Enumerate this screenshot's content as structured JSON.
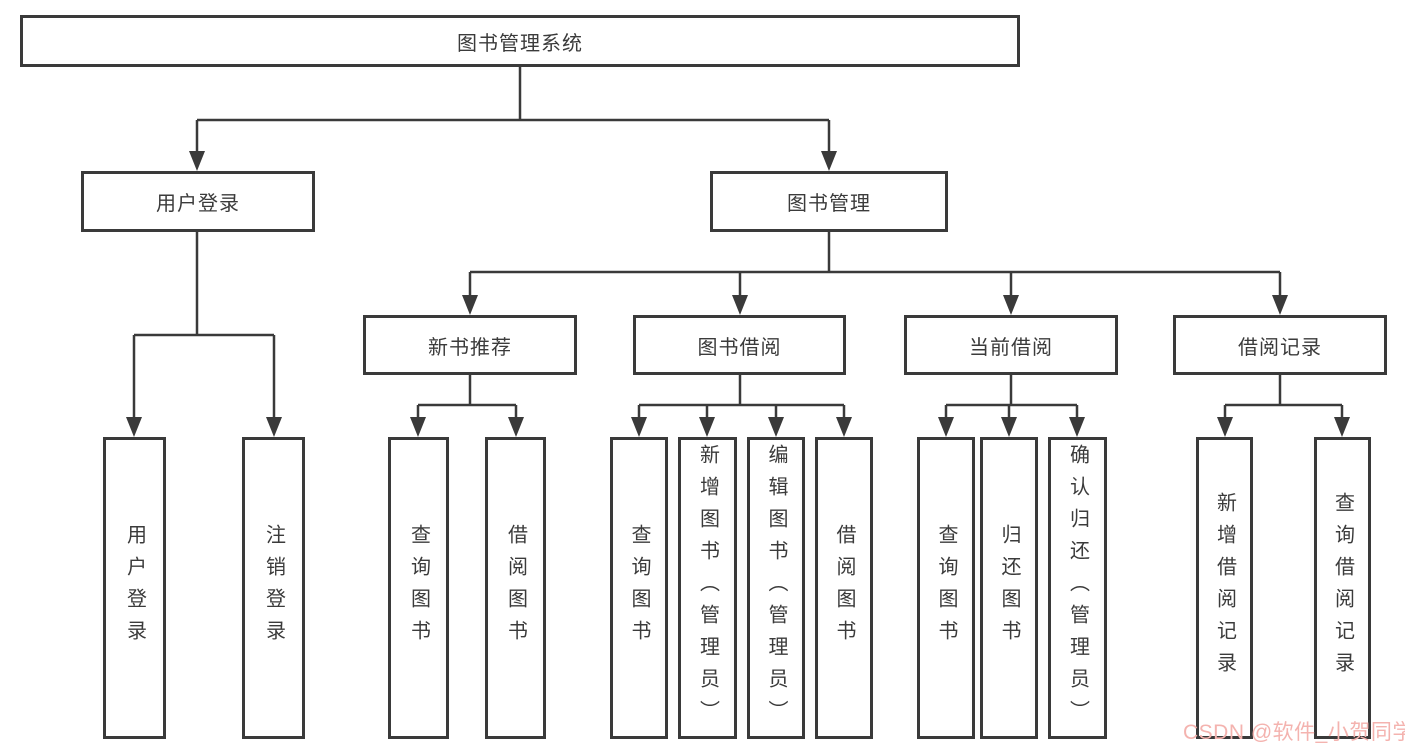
{
  "diagram": {
    "nodes": {
      "root": {
        "label": "图书管理系统"
      },
      "user_login": {
        "label": "用户登录"
      },
      "book_mgmt": {
        "label": "图书管理"
      },
      "new_books": {
        "label": "新书推荐"
      },
      "book_borrow": {
        "label": "图书借阅"
      },
      "current_borrow": {
        "label": "当前借阅"
      },
      "borrow_records": {
        "label": "借阅记录"
      },
      "leaf_user_login": {
        "label": "用户登录"
      },
      "leaf_logout": {
        "label": "注销登录"
      },
      "leaf_nb_query": {
        "label": "查询图书"
      },
      "leaf_nb_borrow": {
        "label": "借阅图书"
      },
      "leaf_bb_query": {
        "label": "查询图书"
      },
      "leaf_bb_add": {
        "label": "新增图书（管理员）"
      },
      "leaf_bb_edit": {
        "label": "编辑图书（管理员）"
      },
      "leaf_bb_borrow": {
        "label": "借阅图书"
      },
      "leaf_cb_query": {
        "label": "查询图书"
      },
      "leaf_cb_return": {
        "label": "归还图书"
      },
      "leaf_cb_confirm": {
        "label": "确认归还（管理员）"
      },
      "leaf_br_add": {
        "label": "新增借阅记录"
      },
      "leaf_br_query": {
        "label": "查询借阅记录"
      }
    },
    "colors": {
      "line": "#3a3a3a",
      "text": "#3b3b3b",
      "box_background": "#ffffff"
    }
  },
  "watermark": {
    "text": "CSDN @软件_小贺同学",
    "color": "#f4b3af"
  }
}
